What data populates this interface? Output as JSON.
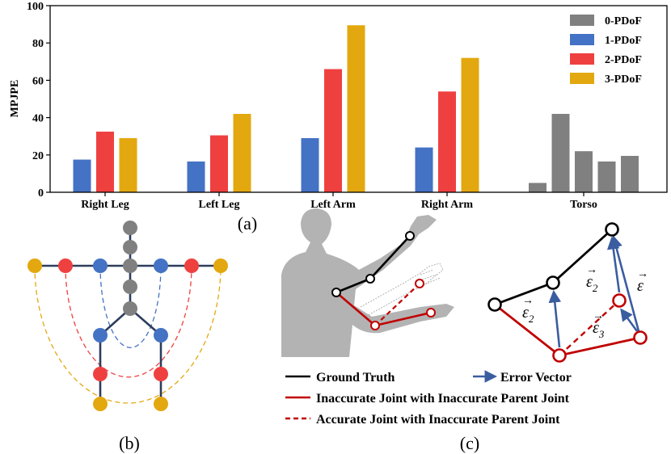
{
  "colors": {
    "p0": "#808080",
    "p1": "#4472c4",
    "p2": "#ef4040",
    "p3": "#e3a80f",
    "skeleton": "#2d3d5c",
    "gt": "#000000",
    "inacc": "#c00000",
    "err": "#3a5da0",
    "silhouette": "#b3b3b3"
  },
  "chart_data": {
    "type": "bar",
    "ylabel": "MPJPE",
    "ylim": [
      0,
      100
    ],
    "yticks": [
      "0",
      "20",
      "40",
      "60",
      "80",
      "100"
    ],
    "categories": [
      "Right Leg",
      "Left Leg",
      "Left Arm",
      "Right Arm",
      "Torso"
    ],
    "series": [
      {
        "name": "0-PDoF",
        "color_key": "p0"
      },
      {
        "name": "1-PDoF",
        "color_key": "p1"
      },
      {
        "name": "2-PDoF",
        "color_key": "p2"
      },
      {
        "name": "3-PDoF",
        "color_key": "p3"
      }
    ],
    "groups": [
      {
        "category": "Right Leg",
        "bars": [
          {
            "series": 1,
            "value": 17.5
          },
          {
            "series": 2,
            "value": 32.5
          },
          {
            "series": 3,
            "value": 29
          }
        ]
      },
      {
        "category": "Left Leg",
        "bars": [
          {
            "series": 1,
            "value": 16.5
          },
          {
            "series": 2,
            "value": 30.5
          },
          {
            "series": 3,
            "value": 42
          }
        ]
      },
      {
        "category": "Left Arm",
        "bars": [
          {
            "series": 1,
            "value": 29
          },
          {
            "series": 2,
            "value": 66
          },
          {
            "series": 3,
            "value": 89.5
          }
        ]
      },
      {
        "category": "Right Arm",
        "bars": [
          {
            "series": 1,
            "value": 24
          },
          {
            "series": 2,
            "value": 54
          },
          {
            "series": 3,
            "value": 72
          }
        ]
      },
      {
        "category": "Torso",
        "bars": [
          {
            "series": 0,
            "value": 5
          },
          {
            "series": 0,
            "value": 42
          },
          {
            "series": 0,
            "value": 22
          },
          {
            "series": 0,
            "value": 16.5
          },
          {
            "series": 0,
            "value": 19.5
          }
        ]
      }
    ],
    "legend_position": "top-right"
  },
  "panels": {
    "a_label": "(a)",
    "b_label": "(b)",
    "c_label": "(c)"
  },
  "legend_c": {
    "ground_truth": "Ground Truth",
    "error_vector": "Error Vector",
    "inaccurate_joint": "Inaccurate Joint with Inaccurate Parent Joint",
    "accurate_joint": "Accurate Joint with Inaccurate Parent Joint"
  },
  "vector_labels": {
    "e2_left": "ε",
    "e2_left_sub": "2",
    "e2_right": "ε",
    "e2_right_sub": "2",
    "e3": "ε",
    "e3_sub": "3",
    "e": "ε"
  }
}
